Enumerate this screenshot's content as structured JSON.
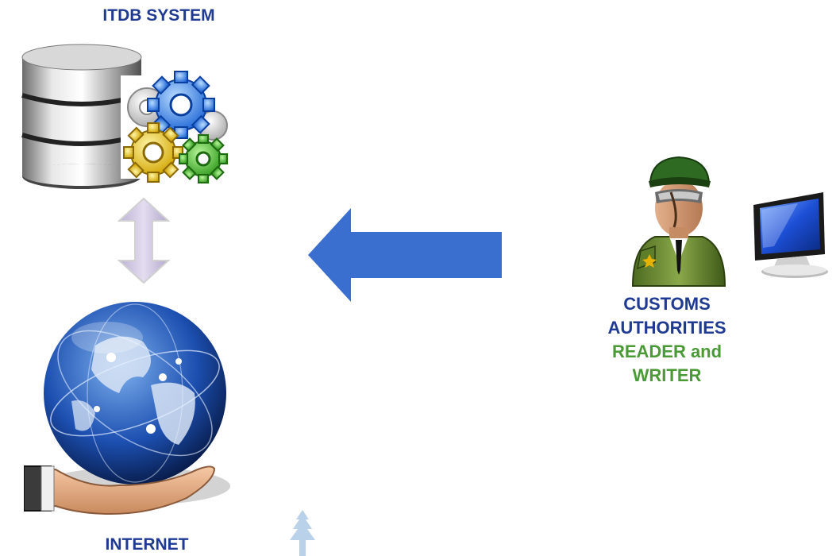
{
  "labels": {
    "itdb_system": "ITDB SYSTEM",
    "internet": "INTERNET",
    "customs_line1": "CUSTOMS",
    "customs_line2": "AUTHORITIES",
    "role_line1": "READER and",
    "role_line2": "WRITER"
  },
  "colors": {
    "title_blue": "#1f3a93",
    "role_green": "#4a9a36",
    "arrow_blue": "#3a6fd0",
    "double_arrow_lilac": "#c9bfdc"
  },
  "icons": {
    "database": "database-gears-icon",
    "globe": "globe-in-hand-icon",
    "officer": "customs-officer-icon",
    "monitor": "computer-monitor-icon",
    "tree": "tree-watermark-icon",
    "double_arrow": "vertical-double-arrow-icon",
    "flow_arrow": "left-arrow-icon"
  }
}
